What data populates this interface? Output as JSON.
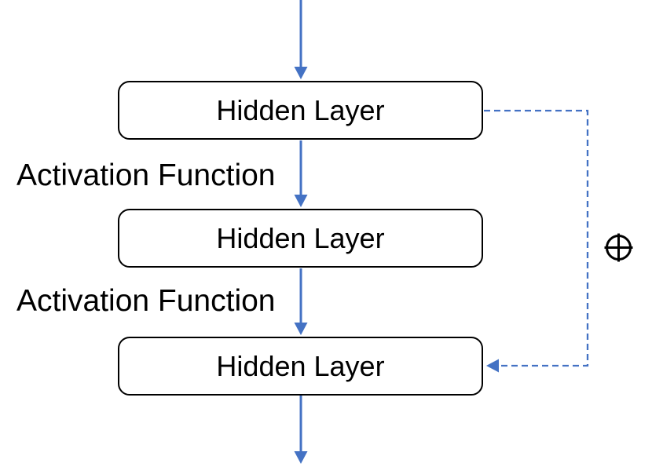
{
  "diagram": {
    "boxes": [
      {
        "label": "Hidden Layer"
      },
      {
        "label": "Hidden Layer"
      },
      {
        "label": "Hidden Layer"
      }
    ],
    "labels": [
      {
        "text": "Activation Function"
      },
      {
        "text": "Activation Function"
      }
    ],
    "skip_connection": {
      "symbol": "⊕",
      "style": "dashed"
    },
    "colors": {
      "arrow": "#4472C4",
      "box-border": "#000000",
      "text": "#000000",
      "background": "#FFFFFF"
    }
  }
}
